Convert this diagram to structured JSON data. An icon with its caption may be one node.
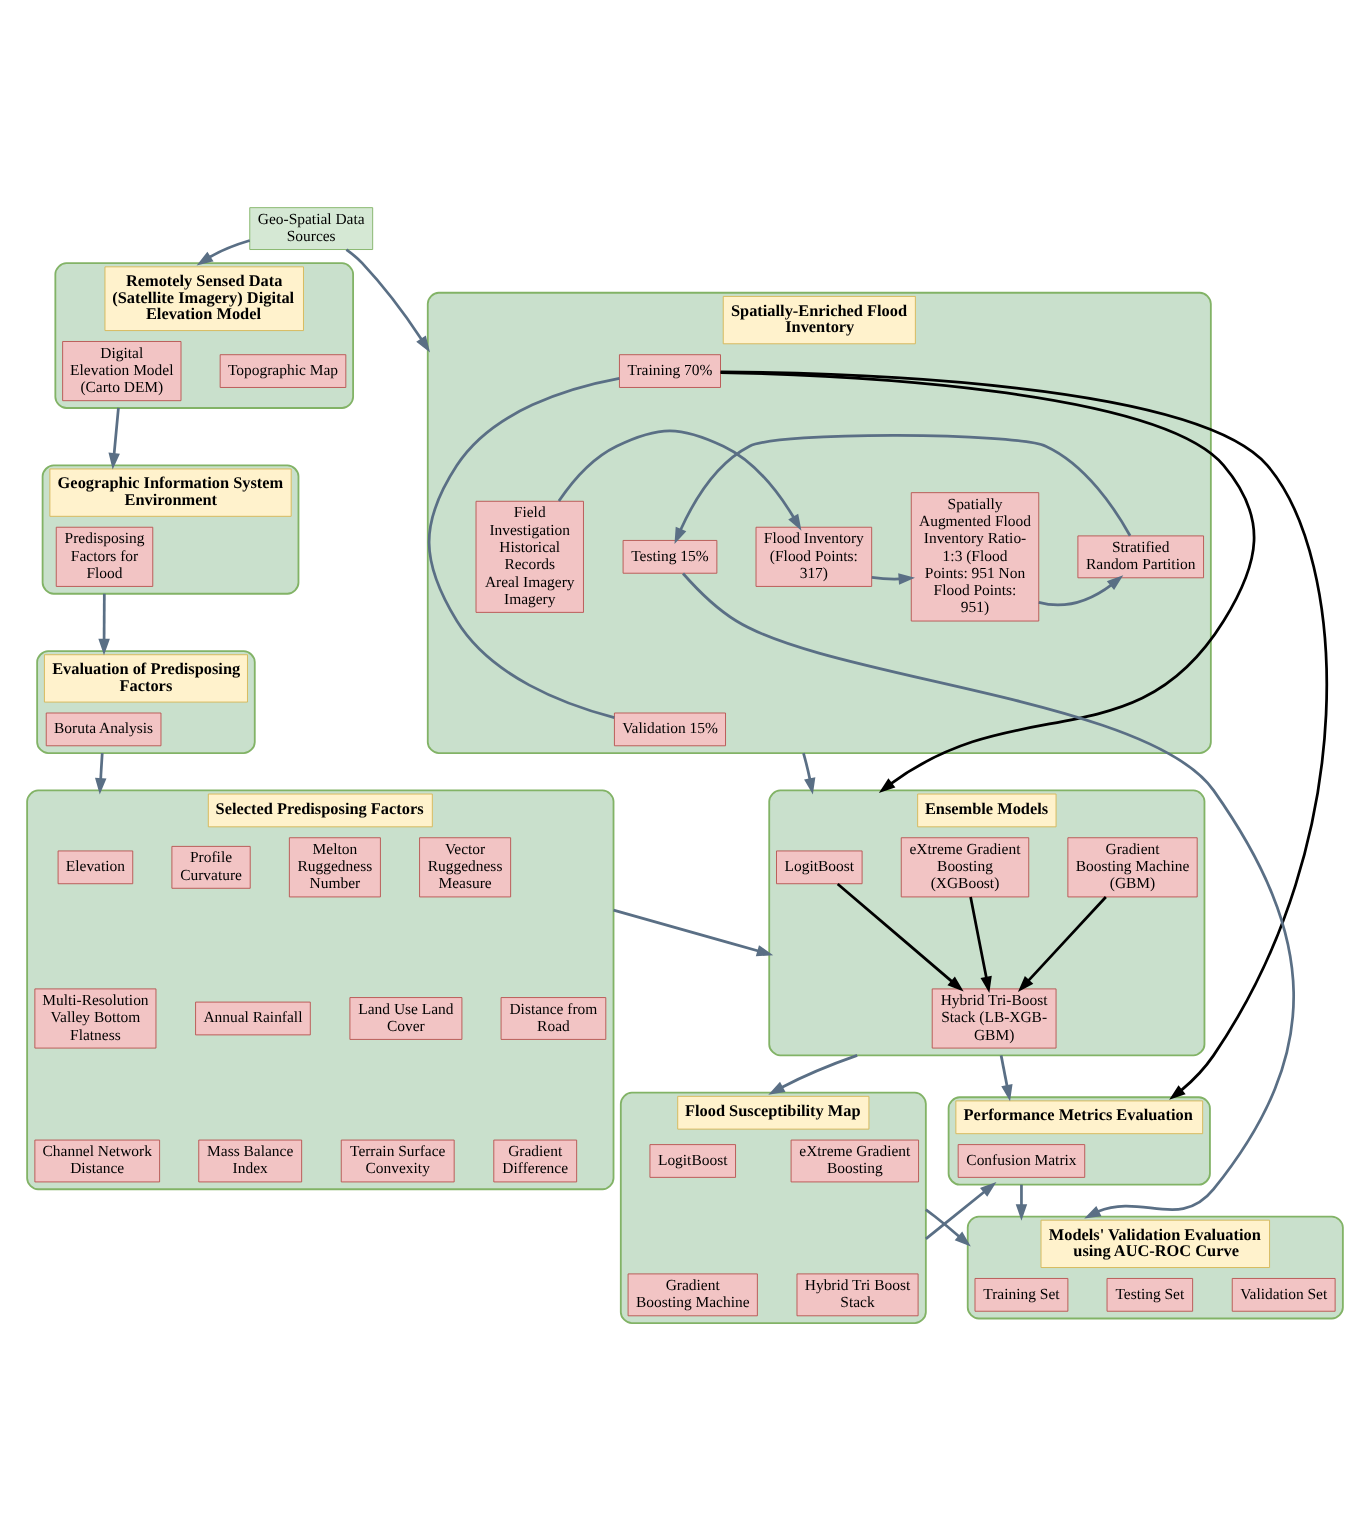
{
  "diagram": {
    "nodes": [
      {
        "text": [
          "Geo-Spatial Data Sources"
        ]
      },
      {
        "text": [
          "Remotely Sensed Data (Satellite Imagery) Digital Elevation Model"
        ]
      },
      {
        "text": [
          "Digital Elevation Model (Carto DEM)"
        ],
        "in": 1
      },
      {
        "text": [
          "Topographic Map"
        ],
        "in": 1
      },
      {
        "text": [
          "Geographic Information System Environment"
        ]
      },
      {
        "text": [
          "Predisposing Factors for Flood"
        ],
        "in": 4
      },
      {
        "text": [
          "Evaluation of Predisposing Factors"
        ]
      },
      {
        "text": [
          "Boruta Analysis"
        ],
        "in": 6
      },
      {
        "text": [
          "Selected Predisposing Factors"
        ]
      },
      {
        "text": [
          "Elevation"
        ],
        "in": 8
      },
      {
        "text": [
          "Profile Curvature"
        ],
        "in": 8
      },
      {
        "text": [
          "Melton Ruggedness Number"
        ],
        "in": 8
      },
      {
        "text": [
          "Vector Ruggedness Measure"
        ],
        "in": 8
      },
      {
        "text": [
          "Multi-Resolution Valley Bottom Flatness"
        ],
        "in": 8
      },
      {
        "text": [
          "Annual Rainfall"
        ],
        "in": 8
      },
      {
        "text": [
          "Land Use Land Cover"
        ],
        "in": 8
      },
      {
        "text": [
          "Distance from Road"
        ],
        "in": 8
      },
      {
        "text": [
          "Channel Network Distance"
        ],
        "in": 8
      },
      {
        "text": [
          "Mass Balance Index"
        ],
        "in": 8
      },
      {
        "text": [
          "Terrain Surface Convexity"
        ],
        "in": 8
      },
      {
        "text": [
          "Gradient Difference"
        ],
        "in": 8
      },
      {
        "text": [
          "Spatially-Enriched Flood Inventory"
        ]
      },
      {
        "text": [
          "Field Investigation",
          "Historical Records",
          "Areal Imagery",
          "Imagery"
        ],
        "in": 21
      },
      {
        "text": [
          "Flood Inventory (Flood Points: 317)"
        ],
        "in": 21
      },
      {
        "text": [
          "Spatially Augmented Flood Inventory Ratio- 1:3 (Flood Points: 951 Non Flood Points: 951)"
        ],
        "in": 21
      },
      {
        "text": [
          "Stratified Random Partition"
        ],
        "in": 21
      },
      {
        "text": [
          "Training 70%"
        ],
        "in": 21
      },
      {
        "text": [
          "Testing 15%"
        ],
        "in": 21
      },
      {
        "text": [
          "Validation 15%"
        ],
        "in": 21
      },
      {
        "text": [
          "Ensemble Models"
        ]
      },
      {
        "text": [
          "LogitBoost"
        ],
        "in": 29
      },
      {
        "text": [
          "eXtreme Gradient Boosting (XGBoost)"
        ],
        "in": 29
      },
      {
        "text": [
          "Gradient Boosting Machine (GBM)"
        ],
        "in": 29
      },
      {
        "text": [
          "Hybrid Tri-Boost Stack (LB-XGB-GBM)"
        ],
        "in": 29
      },
      {
        "text": [
          "Flood Susceptibility Map"
        ]
      },
      {
        "text": [
          "LogitBoost"
        ],
        "in": 34
      },
      {
        "text": [
          "Gradient Boosting Machine"
        ],
        "in": 34
      },
      {
        "text": [
          "eXtreme Gradient Boosting"
        ],
        "in": 34
      },
      {
        "text": [
          "Hybrid Tri Boost Stack"
        ],
        "in": 34
      },
      {
        "text": [
          "Performance Metrics Evaluation"
        ]
      },
      {
        "text": [
          "Confusion Matrix"
        ],
        "in": 39
      },
      {
        "text": [
          "Models' Validation Evaluation using AUC-ROC Curve"
        ]
      },
      {
        "text": [
          "Training Set"
        ],
        "in": 41
      },
      {
        "text": [
          "Testing Set"
        ],
        "in": 41
      },
      {
        "text": [
          "Validation Set"
        ],
        "in": 41
      }
    ],
    "edges": [
      {
        "from": 0,
        "to": 1,
        "arrow": "to"
      },
      {
        "from": 0,
        "to": 21,
        "arrow": "to"
      },
      {
        "from": 1,
        "to": 4,
        "arrow": "to"
      },
      {
        "from": 4,
        "to": 6,
        "arrow": "to"
      },
      {
        "from": 6,
        "to": 8,
        "arrow": "to"
      },
      {
        "from": 22,
        "to": 23,
        "arrow": "to"
      },
      {
        "from": 23,
        "to": 24,
        "arrow": "to"
      },
      {
        "from": 24,
        "to": 25,
        "arrow": "to"
      },
      {
        "from": 25,
        "to": 27,
        "arrow": "to"
      },
      {
        "from": 26,
        "to": 28,
        "arrow": "none"
      },
      {
        "from": 26,
        "to": 29,
        "arrow": "to",
        "color": "#000000"
      },
      {
        "from": 26,
        "to": 39,
        "arrow": "to",
        "color": "#000000"
      },
      {
        "from": 27,
        "to": 41,
        "arrow": "to"
      },
      {
        "from": 21,
        "to": 29,
        "arrow": "to"
      },
      {
        "from": 8,
        "to": 29,
        "arrow": "to"
      },
      {
        "from": 30,
        "to": 33,
        "arrow": "to",
        "color": "#000000"
      },
      {
        "from": 31,
        "to": 33,
        "arrow": "to",
        "color": "#000000"
      },
      {
        "from": 32,
        "to": 33,
        "arrow": "to",
        "color": "#000000"
      },
      {
        "from": 29,
        "to": 34,
        "arrow": "to"
      },
      {
        "from": 29,
        "to": 39,
        "arrow": "to"
      },
      {
        "from": 34,
        "to": 39,
        "arrow": "to"
      },
      {
        "from": 34,
        "to": 41,
        "arrow": "to"
      },
      {
        "from": 39,
        "to": 41,
        "arrow": "to"
      }
    ]
  }
}
